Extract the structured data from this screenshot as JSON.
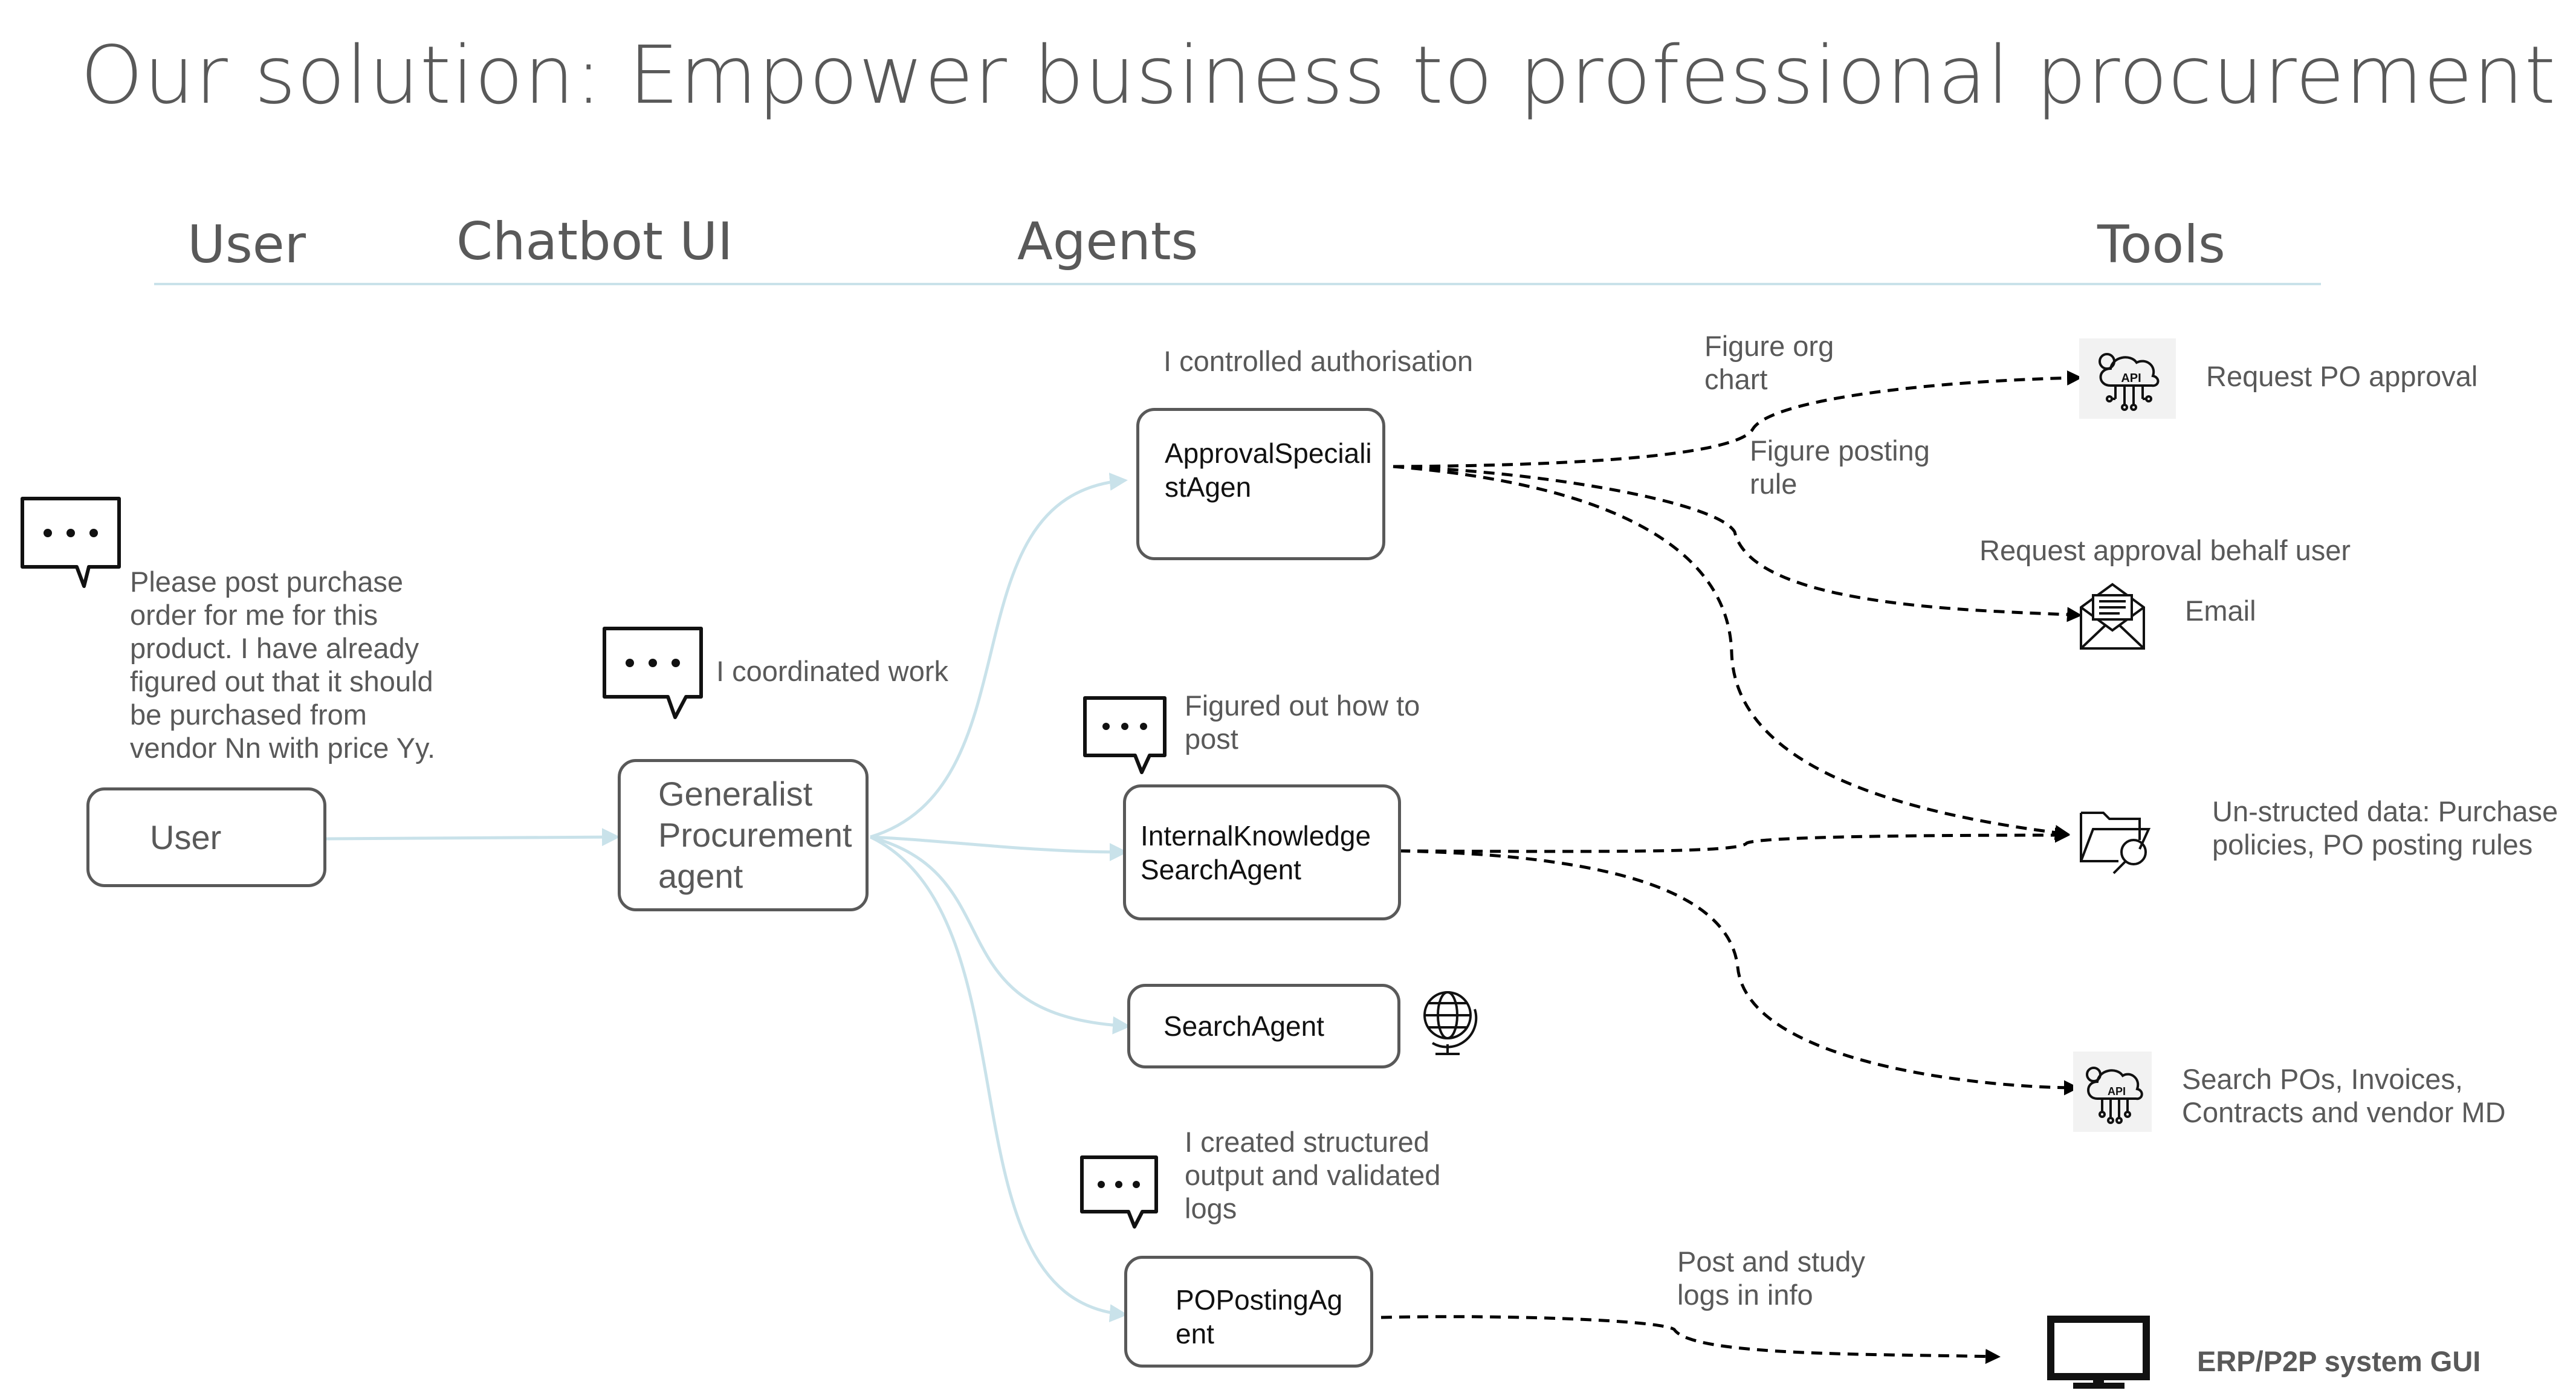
{
  "title": "Our solution: Empower business to professional procurement",
  "columns": {
    "user": "User",
    "chatbot": "Chatbot UI",
    "agents": "Agents",
    "tools": "Tools"
  },
  "user": {
    "box_label": "User",
    "message": [
      "Please post purchase",
      "order for me for this",
      "product. I have already",
      "figured out that it should",
      "be purchased from",
      "vendor Nn with price Yy."
    ]
  },
  "generalist": {
    "box_label": [
      "Generalist",
      "Procurement",
      "agent"
    ],
    "note": "I coordinated work"
  },
  "agents": {
    "approval": {
      "label": [
        "ApprovalSpeciali",
        "stAgen"
      ],
      "note": "I controlled authorisation"
    },
    "internal": {
      "label": [
        "InternalKnowledge",
        "SearchAgent"
      ],
      "note": [
        "Figured out how to",
        "post"
      ]
    },
    "search": {
      "label": "SearchAgent"
    },
    "poposting": {
      "label": [
        "POPostingAg",
        "ent"
      ],
      "note": [
        "I created structured",
        "output and validated",
        "logs"
      ]
    }
  },
  "edge_labels": {
    "figure_org_chart": [
      "Figure org",
      "chart"
    ],
    "figure_posting_rule": [
      "Figure posting",
      "rule"
    ],
    "request_approval": "Request approval behalf user",
    "post_and_study": [
      "Post and study",
      "logs in info"
    ]
  },
  "tools": {
    "request_po": "Request PO approval",
    "email": "Email",
    "unstructured": [
      "Un-structed data: Purchase",
      "policies, PO posting rules"
    ],
    "search_pos": [
      "Search POs, Invoices,",
      "Contracts and vendor MD"
    ],
    "erp": "ERP/P2P system GUI",
    "api_text": "API"
  },
  "colors": {
    "solid_link": "#c9e2ea",
    "dashed_link": "#000000",
    "box_border": "#595959",
    "text": "#595959"
  }
}
